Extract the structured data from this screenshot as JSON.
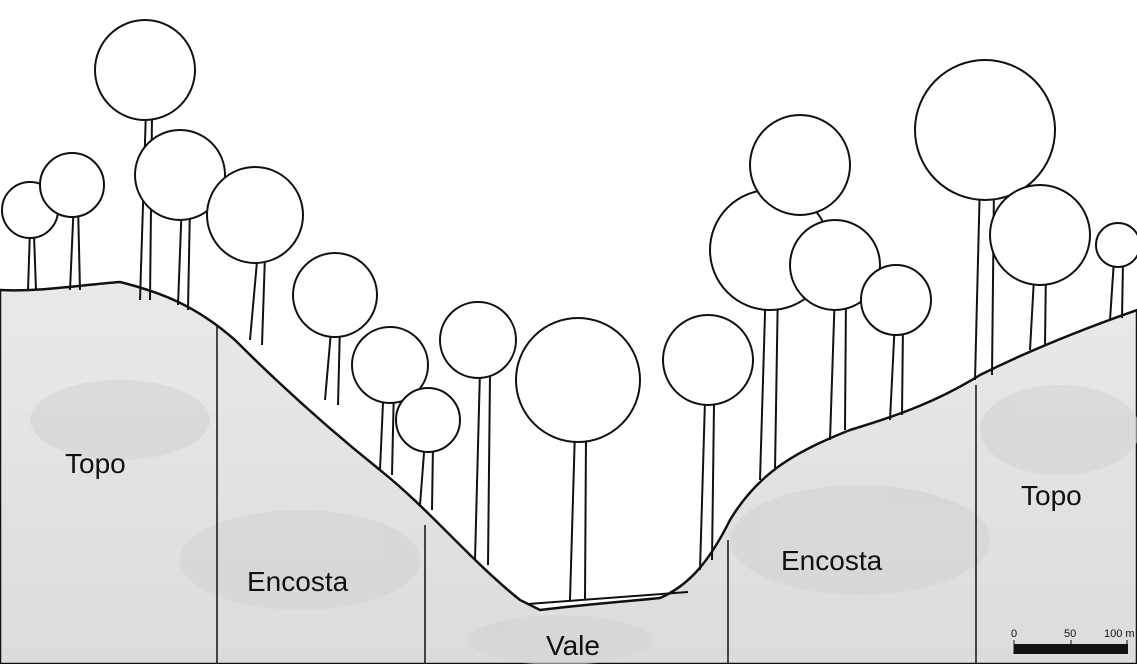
{
  "zones": {
    "left_top": "Topo",
    "left_slope": "Encosta",
    "valley": "Vale",
    "right_slope": "Encosta",
    "right_top": "Topo"
  },
  "scale_bar": {
    "ticks": [
      "0",
      "50",
      "100 m"
    ]
  },
  "colors": {
    "terrain": "#e4e4e4",
    "terrain_dark": "#d2d2d2",
    "ink": "#111111",
    "canopy_fill": "#ffffff"
  }
}
